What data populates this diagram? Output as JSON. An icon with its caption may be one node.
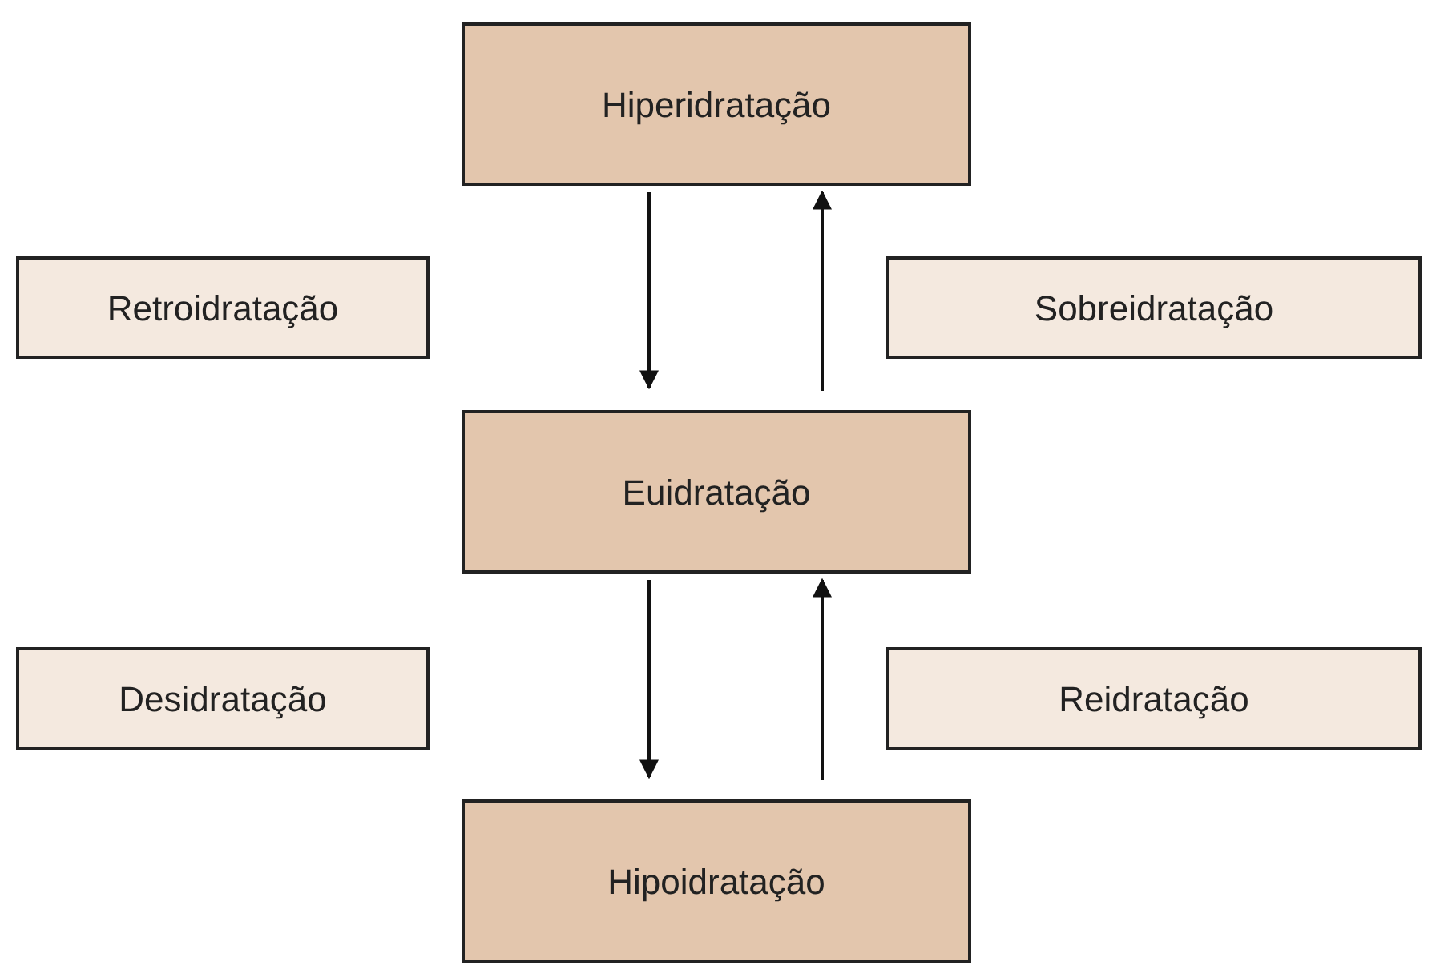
{
  "diagram": {
    "nodes": [
      {
        "text": [
          "Hiperidratação"
        ]
      },
      {
        "text": [
          "Retroidratação"
        ]
      },
      {
        "text": [
          "Sobreidratação"
        ]
      },
      {
        "text": [
          "Euidratação"
        ]
      },
      {
        "text": [
          "Desidratação"
        ]
      },
      {
        "text": [
          "Reidratação"
        ]
      },
      {
        "text": [
          "Hipoidratação"
        ]
      }
    ],
    "edges": [
      {
        "from": 0,
        "to": 3,
        "arrow": "to"
      },
      {
        "from": 3,
        "to": 0,
        "arrow": "to"
      },
      {
        "from": 3,
        "to": 6,
        "arrow": "to"
      },
      {
        "from": 6,
        "to": 3,
        "arrow": "to"
      }
    ]
  }
}
